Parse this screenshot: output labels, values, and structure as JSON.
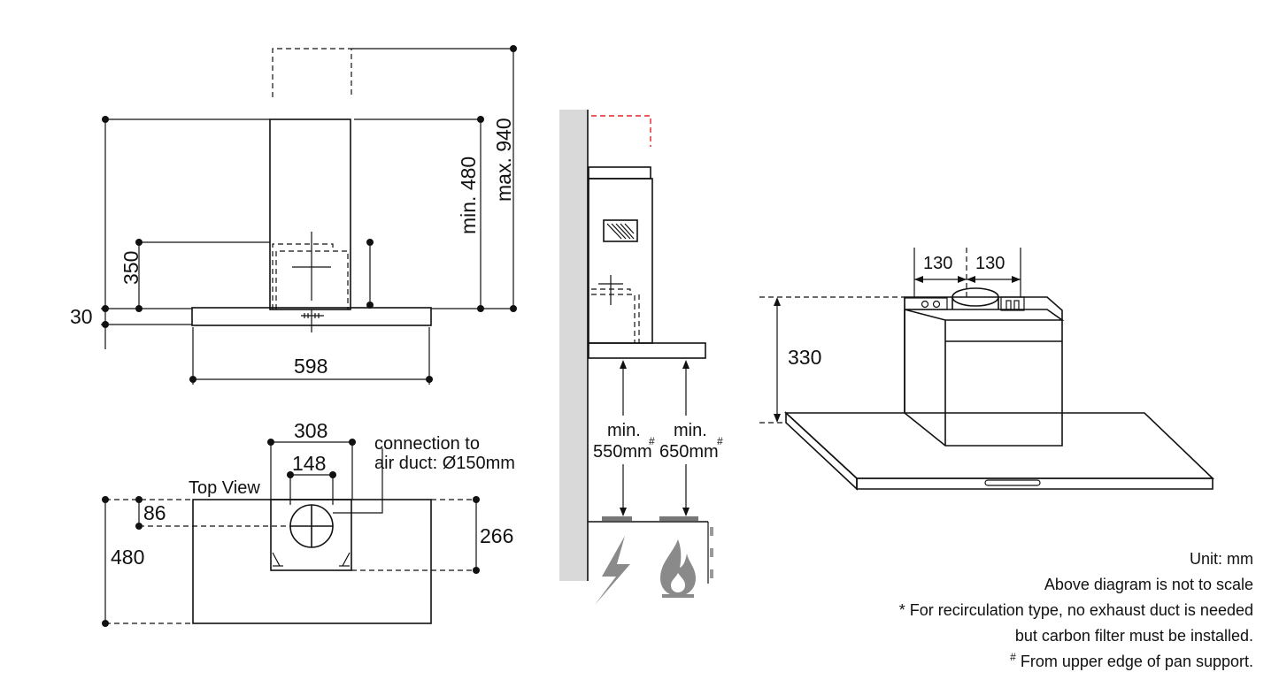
{
  "front_view": {
    "dim_total_height_max": "max. 940",
    "dim_total_height_min": "min. 480",
    "dim_chimney_350": "350",
    "dim_hood_thickness": "30",
    "dim_width": "598"
  },
  "top_view": {
    "title": "Top View",
    "dim_chimney_width": "308",
    "dim_duct_width": "148",
    "duct_connection_line1": "connection to",
    "duct_connection_line2": "air duct: Ø150mm",
    "dim_depth_86": "86",
    "dim_depth_480": "480",
    "dim_depth_266": "266"
  },
  "side_view": {
    "min_label_1": "min.",
    "clearance_electric": "550mm",
    "min_label_2": "min.",
    "clearance_gas": "650mm",
    "hash_mark": "#"
  },
  "iso_view": {
    "dim_left_130": "130",
    "dim_right_130": "130",
    "dim_height_330": "330"
  },
  "notes": {
    "unit": "Unit: mm",
    "scale": "Above diagram is not to scale",
    "recirc_line1": "* For recirculation type, no exhaust duct is needed",
    "recirc_line2": "but carbon filter must be installed.",
    "hash_symbol": "#",
    "pan_support": " From upper edge of pan support."
  },
  "colors": {
    "line": "#111111",
    "accent_dashed": "#e0262b",
    "icon_gray": "#8a8a8a",
    "wall": "#d9d9d9"
  },
  "icons": [
    "electric-bolt-icon",
    "gas-flame-icon"
  ]
}
